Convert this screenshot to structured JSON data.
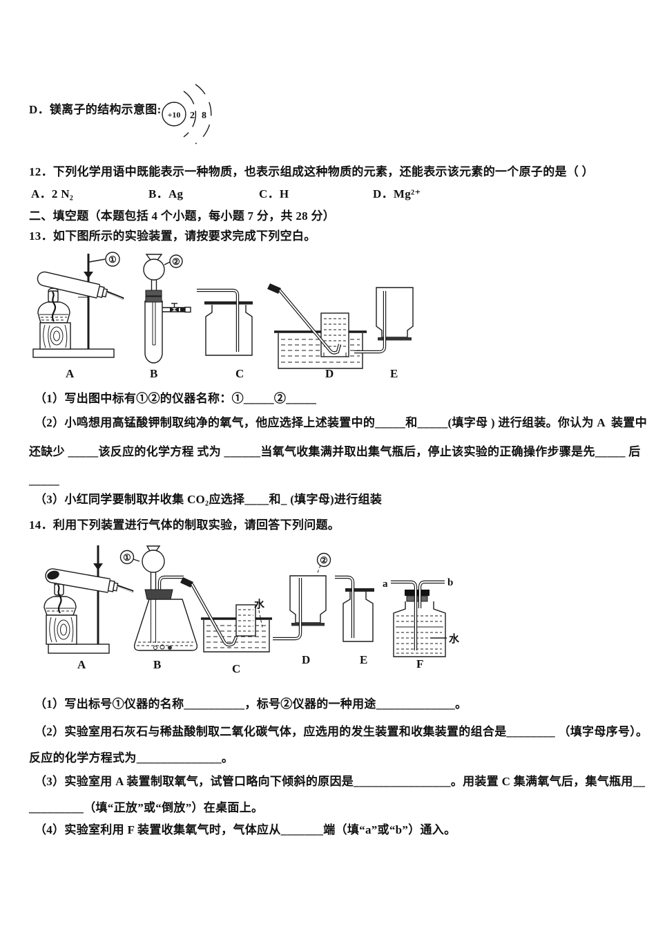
{
  "ion_line": {
    "text": "D．镁离子的结构示意图:"
  },
  "ion_diagram": {
    "nucleus": "+10",
    "shell_inner": "2",
    "shell_outer": "8"
  },
  "q12": {
    "text": "12．下列化学用语中既能表示一种物质，也表示组成这种物质的元素，还能表示该元素的一个原子的是（ ）",
    "options": [
      "A．2 N₂",
      "B．Ag",
      "C．H",
      "D．Mg²⁺"
    ]
  },
  "section": {
    "header": "二、填空题（本题包括 4 个小题，每小题 7 分，共 28 分）"
  },
  "q13": {
    "intro": "13．如下图所示的实验装置，请按要求完成下列空白。",
    "figure": {
      "labels": [
        "A",
        "B",
        "C",
        "D",
        "E"
      ],
      "callouts": {
        "c1": "①",
        "c2": "②"
      }
    },
    "part1": "（1）写出图中标有①②的仪器名称：①_____②_____",
    "part2_line1": "（2）小鸣想用高锰酸钾制取纯净的氧气，他应选择上述装置中的_____和_____(填字母 ) 进行组装。你认为 A  装置中",
    "part2_line2": "还缺少 _____该反应的化学方程 式为 ______当氧气收集满并取出集气瓶后，停止该实验的正确操作步骤是先_____ 后",
    "part2_line3": "_____",
    "part3": "（3）小红同学要制取并收集 CO₂应选择____和_ (填字母)进行组装"
  },
  "q14": {
    "intro": "14．利用下列装置进行气体的制取实验，请回答下列问题。",
    "figure": {
      "labels": [
        "A",
        "B",
        "C",
        "D",
        "E",
        "F"
      ],
      "callouts": {
        "c1": "①",
        "c2": "②"
      },
      "water_label_c": "水",
      "water_label_f": "水",
      "port_a": "a",
      "port_b": "b"
    },
    "part1": "（1）写出标号①仪器的名称__________，标号②仪器的一种用途_____________。",
    "part2_line1": "（2）实验室用石灰石与稀盐酸制取二氧化碳气体，应选用的发生装置和收集装置的组合是________ （填字母序号）。",
    "part2_line2": "反应的化学方程式为______________。",
    "part3_line1": "（3）实验室用 A 装置制取氧气，试管口略向下倾斜的原因是________________。用装置 C 集满氧气后，集气瓶用__",
    "part3_line2": "_________（填“正放”或“倒放”）在桌面上。",
    "part4": "（4）实验室利用 F 装置收集氧气时，气体应从_______端（填“a”或“b”）通入。"
  }
}
